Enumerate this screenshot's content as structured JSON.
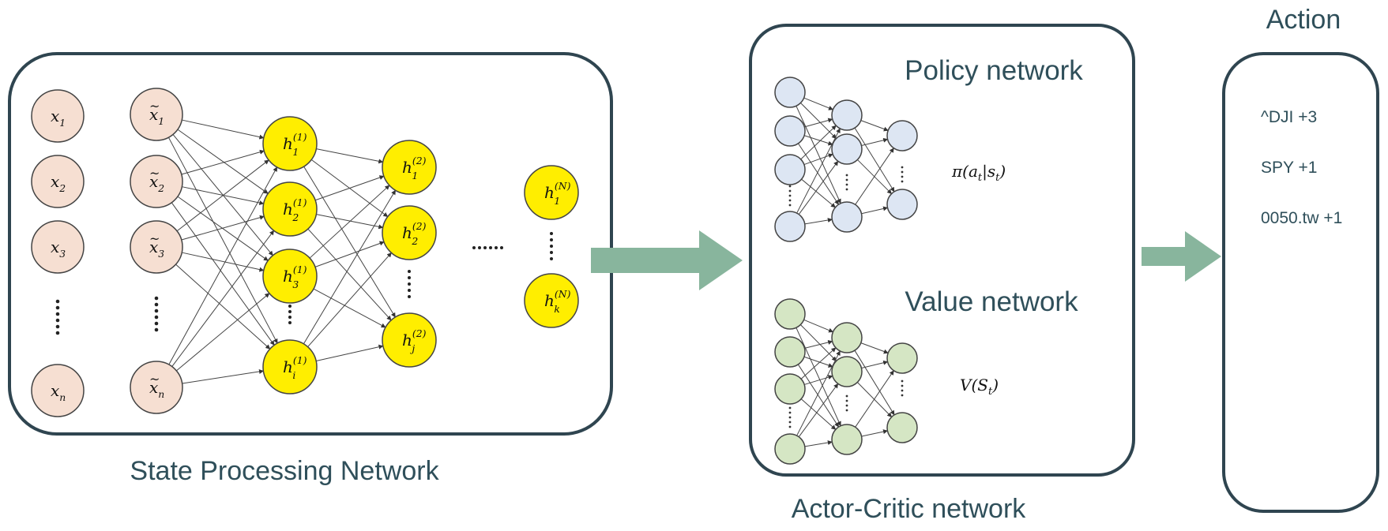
{
  "colors": {
    "frame": "#2f4550",
    "caption_text": "#2f4f5a",
    "input_node_fill": "#f6dfd2",
    "hidden_node_fill": "#ffee00",
    "policy_node_fill": "#dde6f3",
    "value_node_fill": "#d5e6c4",
    "arrow": "#88b59d",
    "edge": "#444444"
  },
  "state_processing": {
    "caption": "State Processing Network",
    "raw_inputs": [
      {
        "base": "x",
        "sub": "1",
        "tilde": false
      },
      {
        "base": "x",
        "sub": "2",
        "tilde": false
      },
      {
        "base": "x",
        "sub": "3",
        "tilde": false
      },
      {
        "base": "x",
        "sub": "n",
        "tilde": false
      }
    ],
    "tilde_inputs": [
      {
        "base": "x",
        "sub": "1",
        "tilde": true
      },
      {
        "base": "x",
        "sub": "2",
        "tilde": true
      },
      {
        "base": "x",
        "sub": "3",
        "tilde": true
      },
      {
        "base": "x",
        "sub": "n",
        "tilde": true
      }
    ],
    "hidden_layer_1": [
      {
        "base": "h",
        "sub": "1",
        "sup": "(1)"
      },
      {
        "base": "h",
        "sub": "2",
        "sup": "(1)"
      },
      {
        "base": "h",
        "sub": "3",
        "sup": "(1)"
      },
      {
        "base": "h",
        "sub": "i",
        "sup": "(1)"
      }
    ],
    "hidden_layer_2": [
      {
        "base": "h",
        "sub": "1",
        "sup": "(2)"
      },
      {
        "base": "h",
        "sub": "2",
        "sup": "(2)"
      },
      {
        "base": "h",
        "sub": "j",
        "sup": "(2)"
      }
    ],
    "hidden_layer_n": [
      {
        "base": "h",
        "sub": "1",
        "sup": "(N)"
      },
      {
        "base": "h",
        "sub": "k",
        "sup": "(N)"
      }
    ],
    "ellipsis": "......"
  },
  "actor_critic": {
    "caption": "Actor-Critic network",
    "policy": {
      "title": "Policy network",
      "formula": "π(a_t|s_t)"
    },
    "value": {
      "title": "Value network",
      "formula": "V(S_t)"
    }
  },
  "action": {
    "title": "Action",
    "items": [
      "^DJI +3",
      "SPY +1",
      "0050.tw +1"
    ]
  }
}
